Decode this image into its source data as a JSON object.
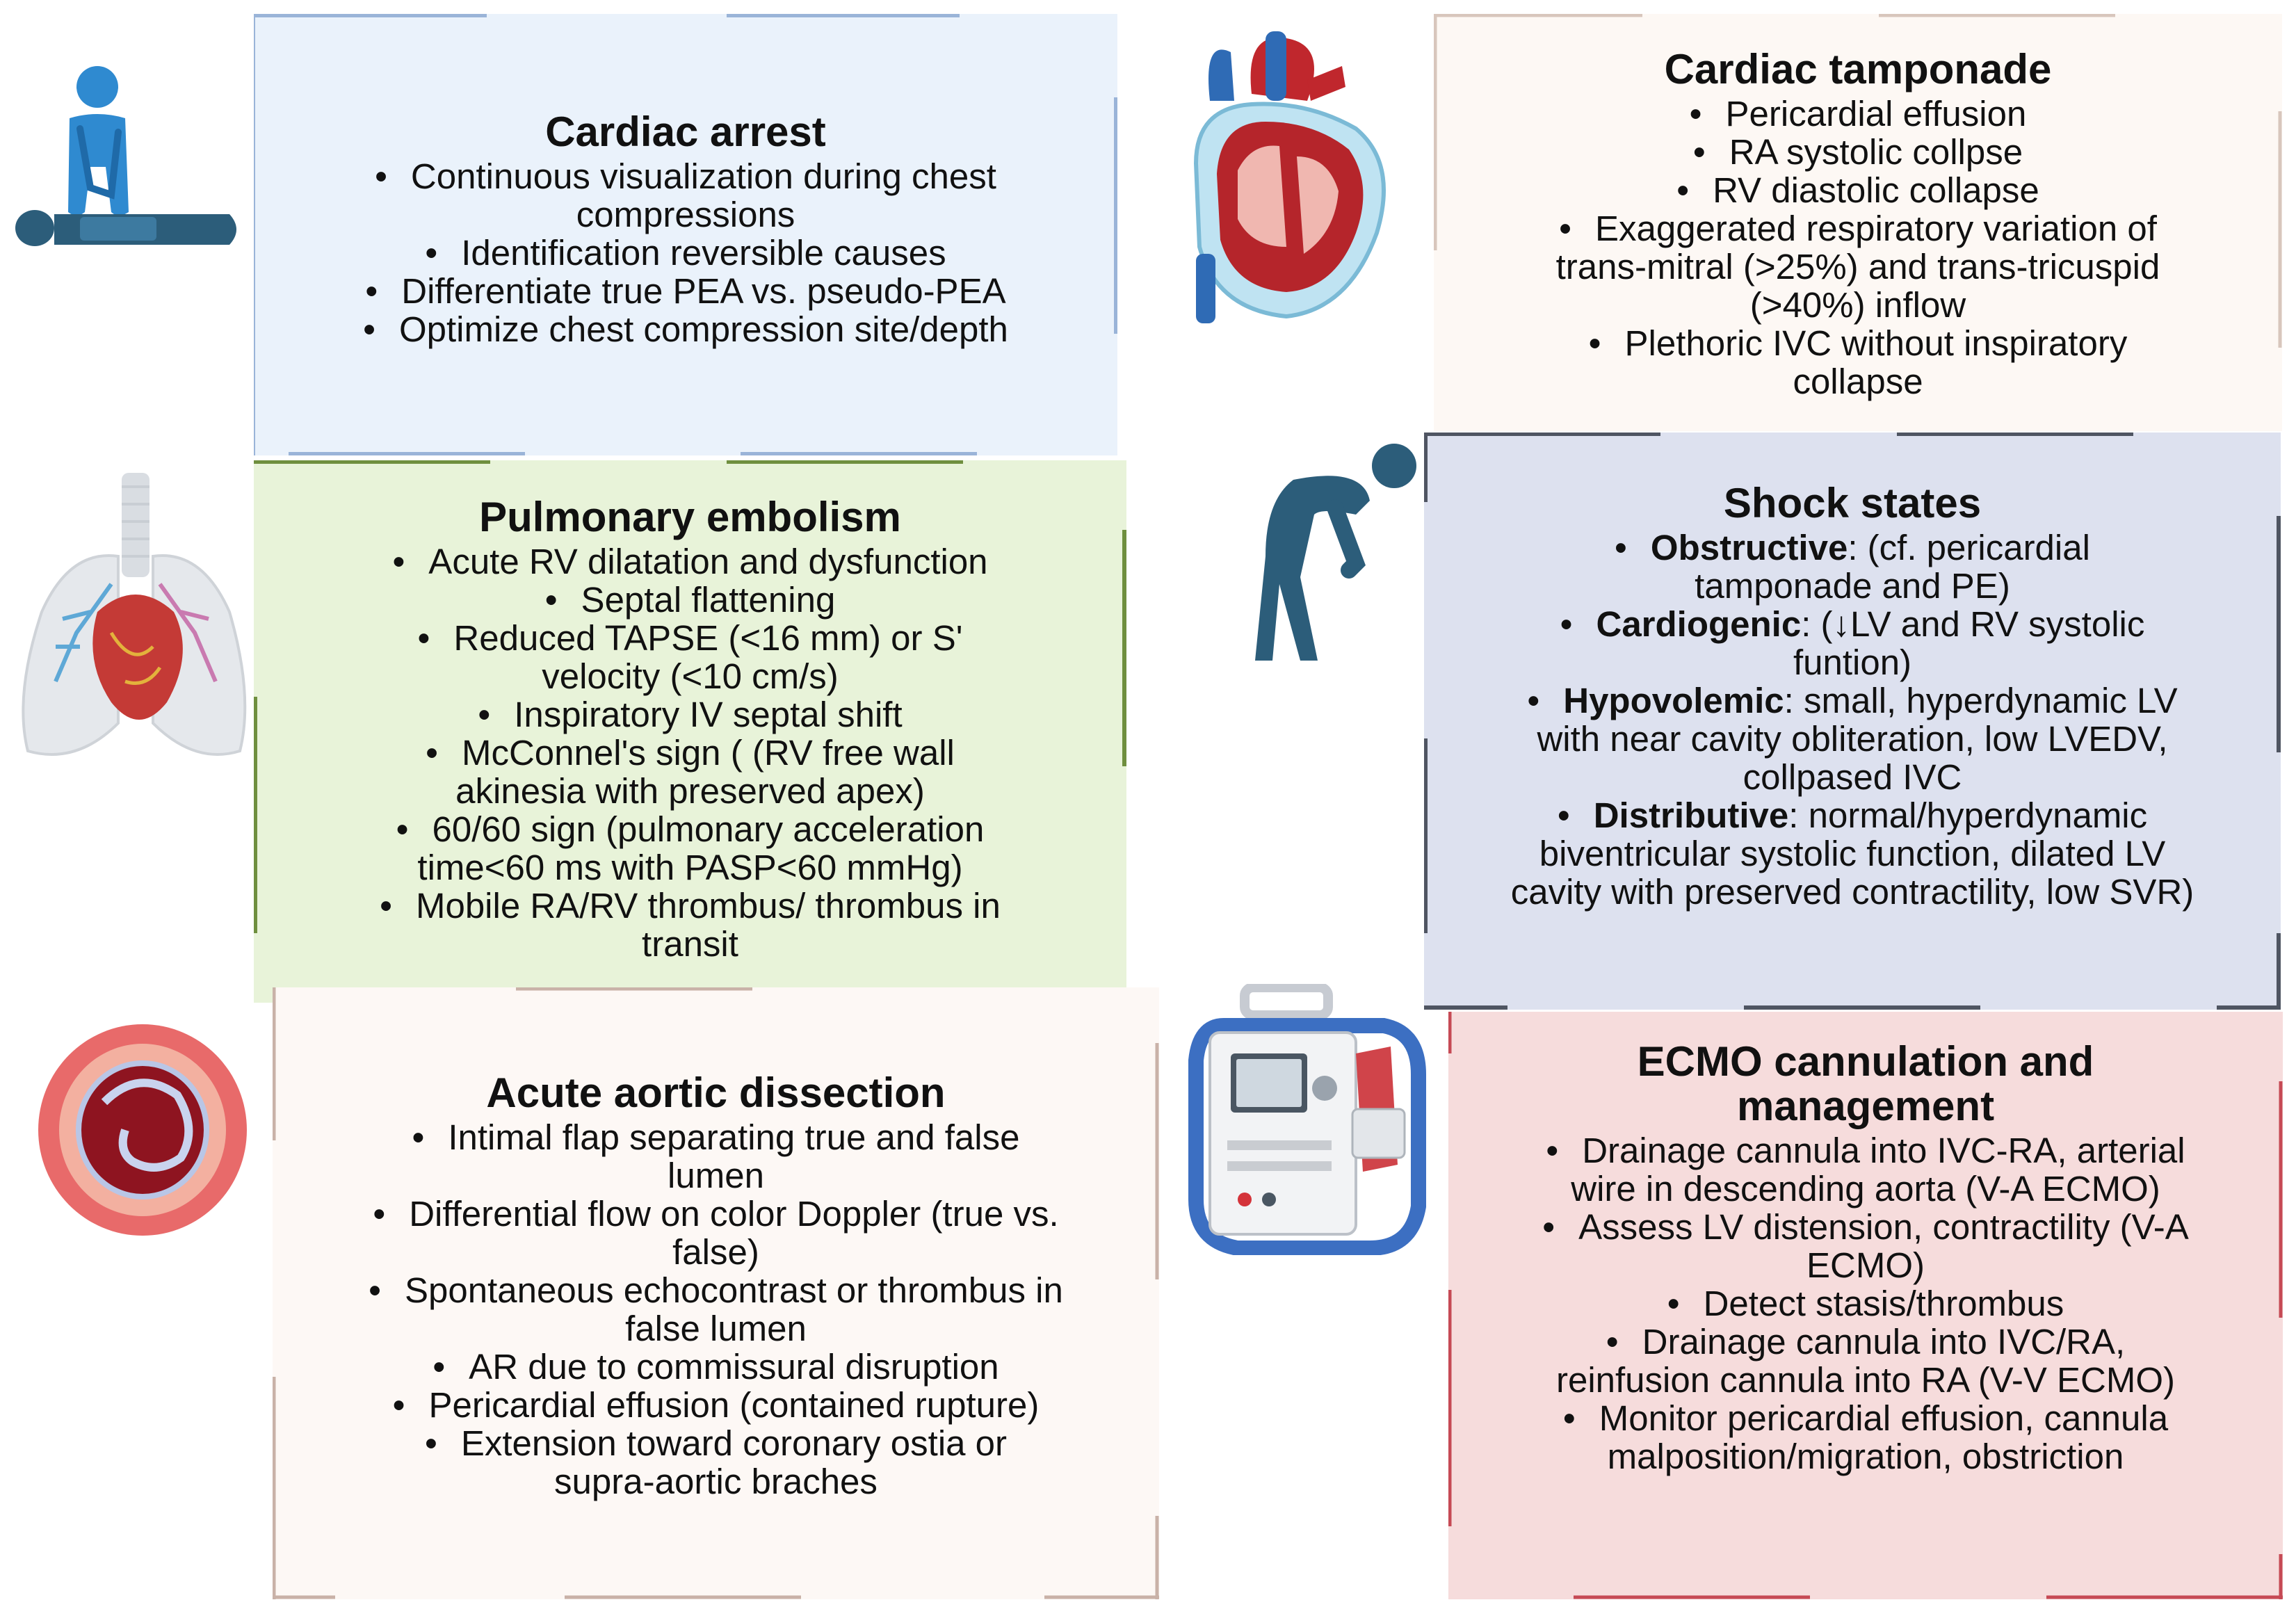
{
  "panels": {
    "arrest": {
      "title": "Cardiac arrest",
      "items": [
        "Continuous visualization during chest compressions",
        "Identification reversible causes",
        "Differentiate true PEA vs. pseudo-PEA",
        "Optimize chest compression site/depth"
      ]
    },
    "pe": {
      "title": "Pulmonary embolism",
      "items": [
        "Acute RV dilatation and dysfunction",
        "Septal flattening",
        "Reduced TAPSE (<16 mm) or S' velocity (<10 cm/s)",
        "Inspiratory IV septal shift",
        "McConnel's sign ( (RV free wall akinesia with preserved apex)",
        "60/60 sign (pulmonary acceleration time<60 ms with PASP<60 mmHg)",
        "Mobile RA/RV thrombus/ thrombus in transit"
      ]
    },
    "aortic": {
      "title": "Acute aortic dissection",
      "items": [
        "Intimal flap separating true and false lumen",
        "Differential flow on color Doppler (true vs. false)",
        "Spontaneous echocontrast or thrombus in false lumen",
        "AR due to commissural disruption",
        "Pericardial effusion (contained rupture)",
        "Extension toward coronary ostia or supra-aortic braches"
      ]
    },
    "tamponade": {
      "title": "Cardiac tamponade",
      "items": [
        "Pericardial effusion",
        "RA systolic collpse",
        "RV diastolic collapse",
        "Exaggerated respiratory variation of trans-mitral (>25%) and trans-tricuspid (>40%) inflow",
        "Plethoric IVC without inspiratory collapse"
      ]
    },
    "shock": {
      "title": "Shock states",
      "items": [
        {
          "term": "Obstructive",
          "text": ":  (cf. pericardial tamponade and PE)"
        },
        {
          "term": "Cardiogenic",
          "text": ": (↓LV and RV systolic funtion)"
        },
        {
          "term": "Hypovolemic",
          "text": ": small, hyperdynamic LV with near cavity obliteration, low LVEDV, collpased IVC"
        },
        {
          "term": "Distributive",
          "text": ": normal/hyperdynamic biventricular systolic function, dilated LV cavity with preserved contractility, low SVR)"
        }
      ]
    },
    "ecmo": {
      "title": "ECMO cannulation and management",
      "items": [
        "Drainage cannula  into IVC-RA, arterial wire in descending aorta (V-A ECMO)",
        "Assess LV distension, contractility (V-A ECMO)",
        "Detect  stasis/thrombus",
        "Drainage cannula into IVC/RA, reinfusion cannula into RA (V-V ECMO)",
        "Monitor pericardial effusion, cannula malposition/migration, obstriction"
      ]
    }
  },
  "icons": {
    "cpr": "cpr-person-icon",
    "heart_tamponade": "heart-pericardium-icon",
    "lungs": "lungs-heart-icon",
    "shock": "hunched-person-icon",
    "aorta": "aorta-cross-section-icon",
    "ecmo": "ecmo-machine-icon"
  },
  "colors": {
    "arrest_bg": "#eaf2fb",
    "pe_bg": "#e8f3d9",
    "aortic_bg": "#fdf8f5",
    "tamponade_bg": "#fdf8f4",
    "shock_bg": "#dde1ef",
    "ecmo_bg": "#f6dcdc"
  }
}
